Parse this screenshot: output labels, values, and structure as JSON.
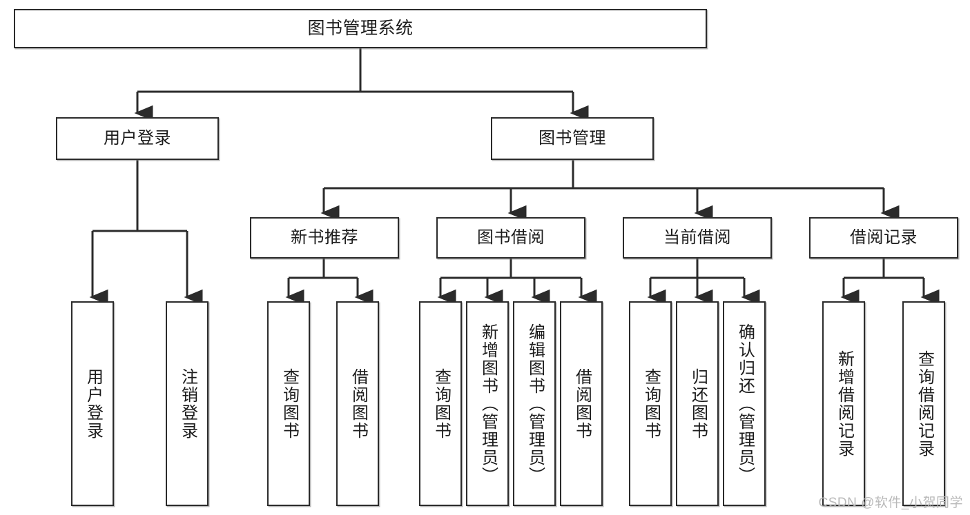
{
  "diagram": {
    "title": "图书管理系统",
    "type": "tree-hierarchy-chart",
    "line_color": "#2b2b2b",
    "box_fill": "#ffffff",
    "text_color": "#1c1c1c"
  },
  "root": {
    "label": "图书管理系统"
  },
  "level2": [
    {
      "label": "用户登录"
    },
    {
      "label": "图书管理"
    }
  ],
  "level3": [
    {
      "label": "新书推荐"
    },
    {
      "label": "图书借阅"
    },
    {
      "label": "当前借阅"
    },
    {
      "label": "借阅记录"
    }
  ],
  "leaves": {
    "user_login": [
      {
        "label": "用户登录"
      },
      {
        "label": "注销登录"
      }
    ],
    "new_book": [
      {
        "label": "查询图书"
      },
      {
        "label": "借阅图书"
      }
    ],
    "book_borrow": [
      {
        "label": "查询图书"
      },
      {
        "label": "新增图书（管理员）"
      },
      {
        "label": "编辑图书（管理员）"
      },
      {
        "label": "借阅图书"
      }
    ],
    "current_borrow": [
      {
        "label": "查询图书"
      },
      {
        "label": "归还图书"
      },
      {
        "label": "确认归还（管理员）"
      }
    ],
    "borrow_record": [
      {
        "label": "新增借阅记录"
      },
      {
        "label": "查询借阅记录"
      }
    ]
  },
  "watermark": {
    "text": "CSDN @软件_小贺同学"
  }
}
